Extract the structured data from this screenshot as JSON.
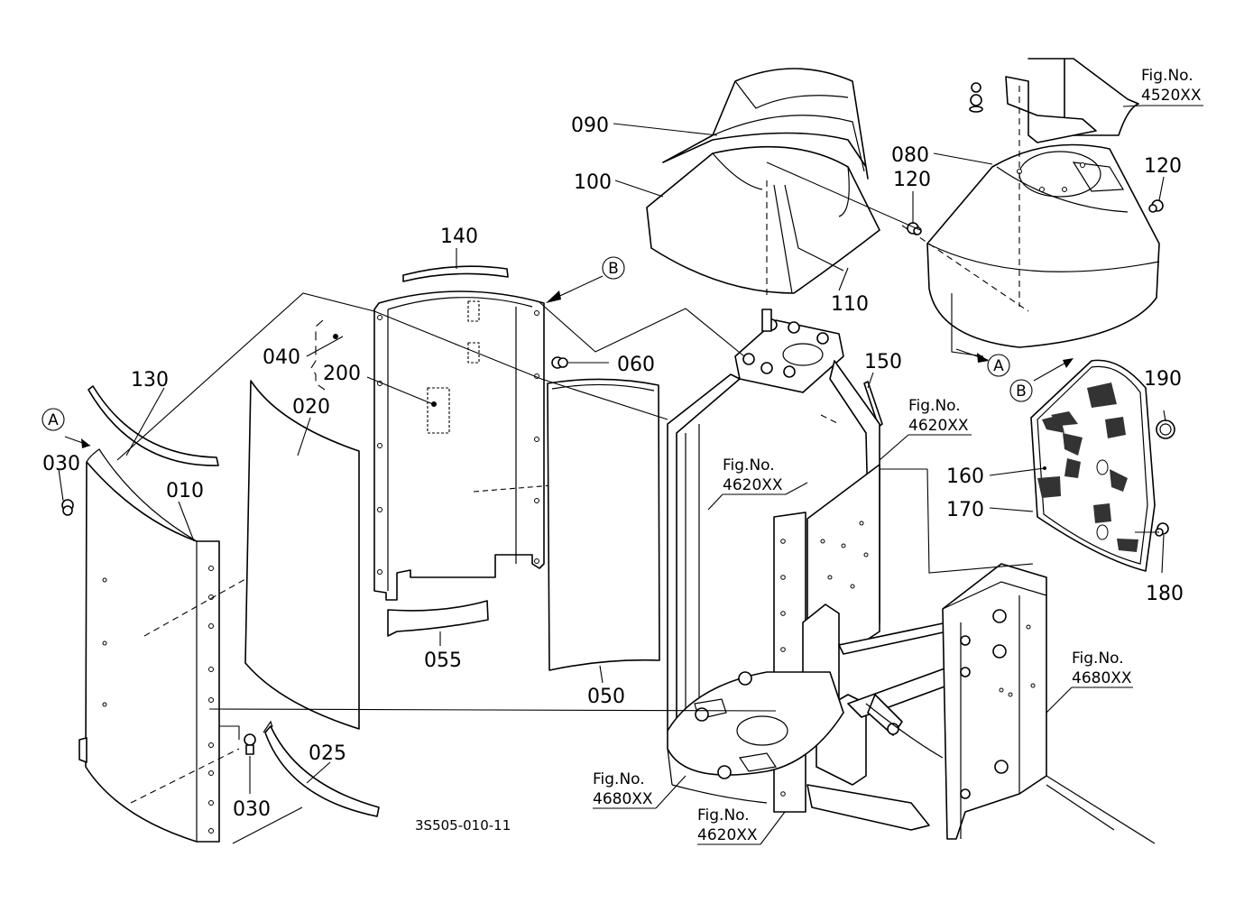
{
  "diagram": {
    "part_labels": {
      "p010": "010",
      "p020": "020",
      "p025": "025",
      "p030a": "030",
      "p030b": "030",
      "p040": "040",
      "p050": "050",
      "p055": "055",
      "p060": "060",
      "p080": "080",
      "p090": "090",
      "p100": "100",
      "p110": "110",
      "p120a": "120",
      "p120b": "120",
      "p130": "130",
      "p140": "140",
      "p150": "150",
      "p160": "160",
      "p170": "170",
      "p180": "180",
      "p190": "190",
      "p200": "200"
    },
    "view_markers": {
      "a_left": "A",
      "a_right": "A",
      "b_top": "B",
      "b_right": "B"
    },
    "fig_refs": {
      "r4520": {
        "title": "Fig.No.",
        "number": "4520XX"
      },
      "r4620_top": {
        "title": "Fig.No.",
        "number": "4620XX"
      },
      "r4620_mid": {
        "title": "Fig.No.",
        "number": "4620XX"
      },
      "r4620_bot": {
        "title": "Fig.No.",
        "number": "4620XX"
      },
      "r4680_right": {
        "title": "Fig.No.",
        "number": "4680XX"
      },
      "r4680_bot": {
        "title": "Fig.No.",
        "number": "4680XX"
      }
    },
    "drawing_code": "3S505-010-11"
  }
}
